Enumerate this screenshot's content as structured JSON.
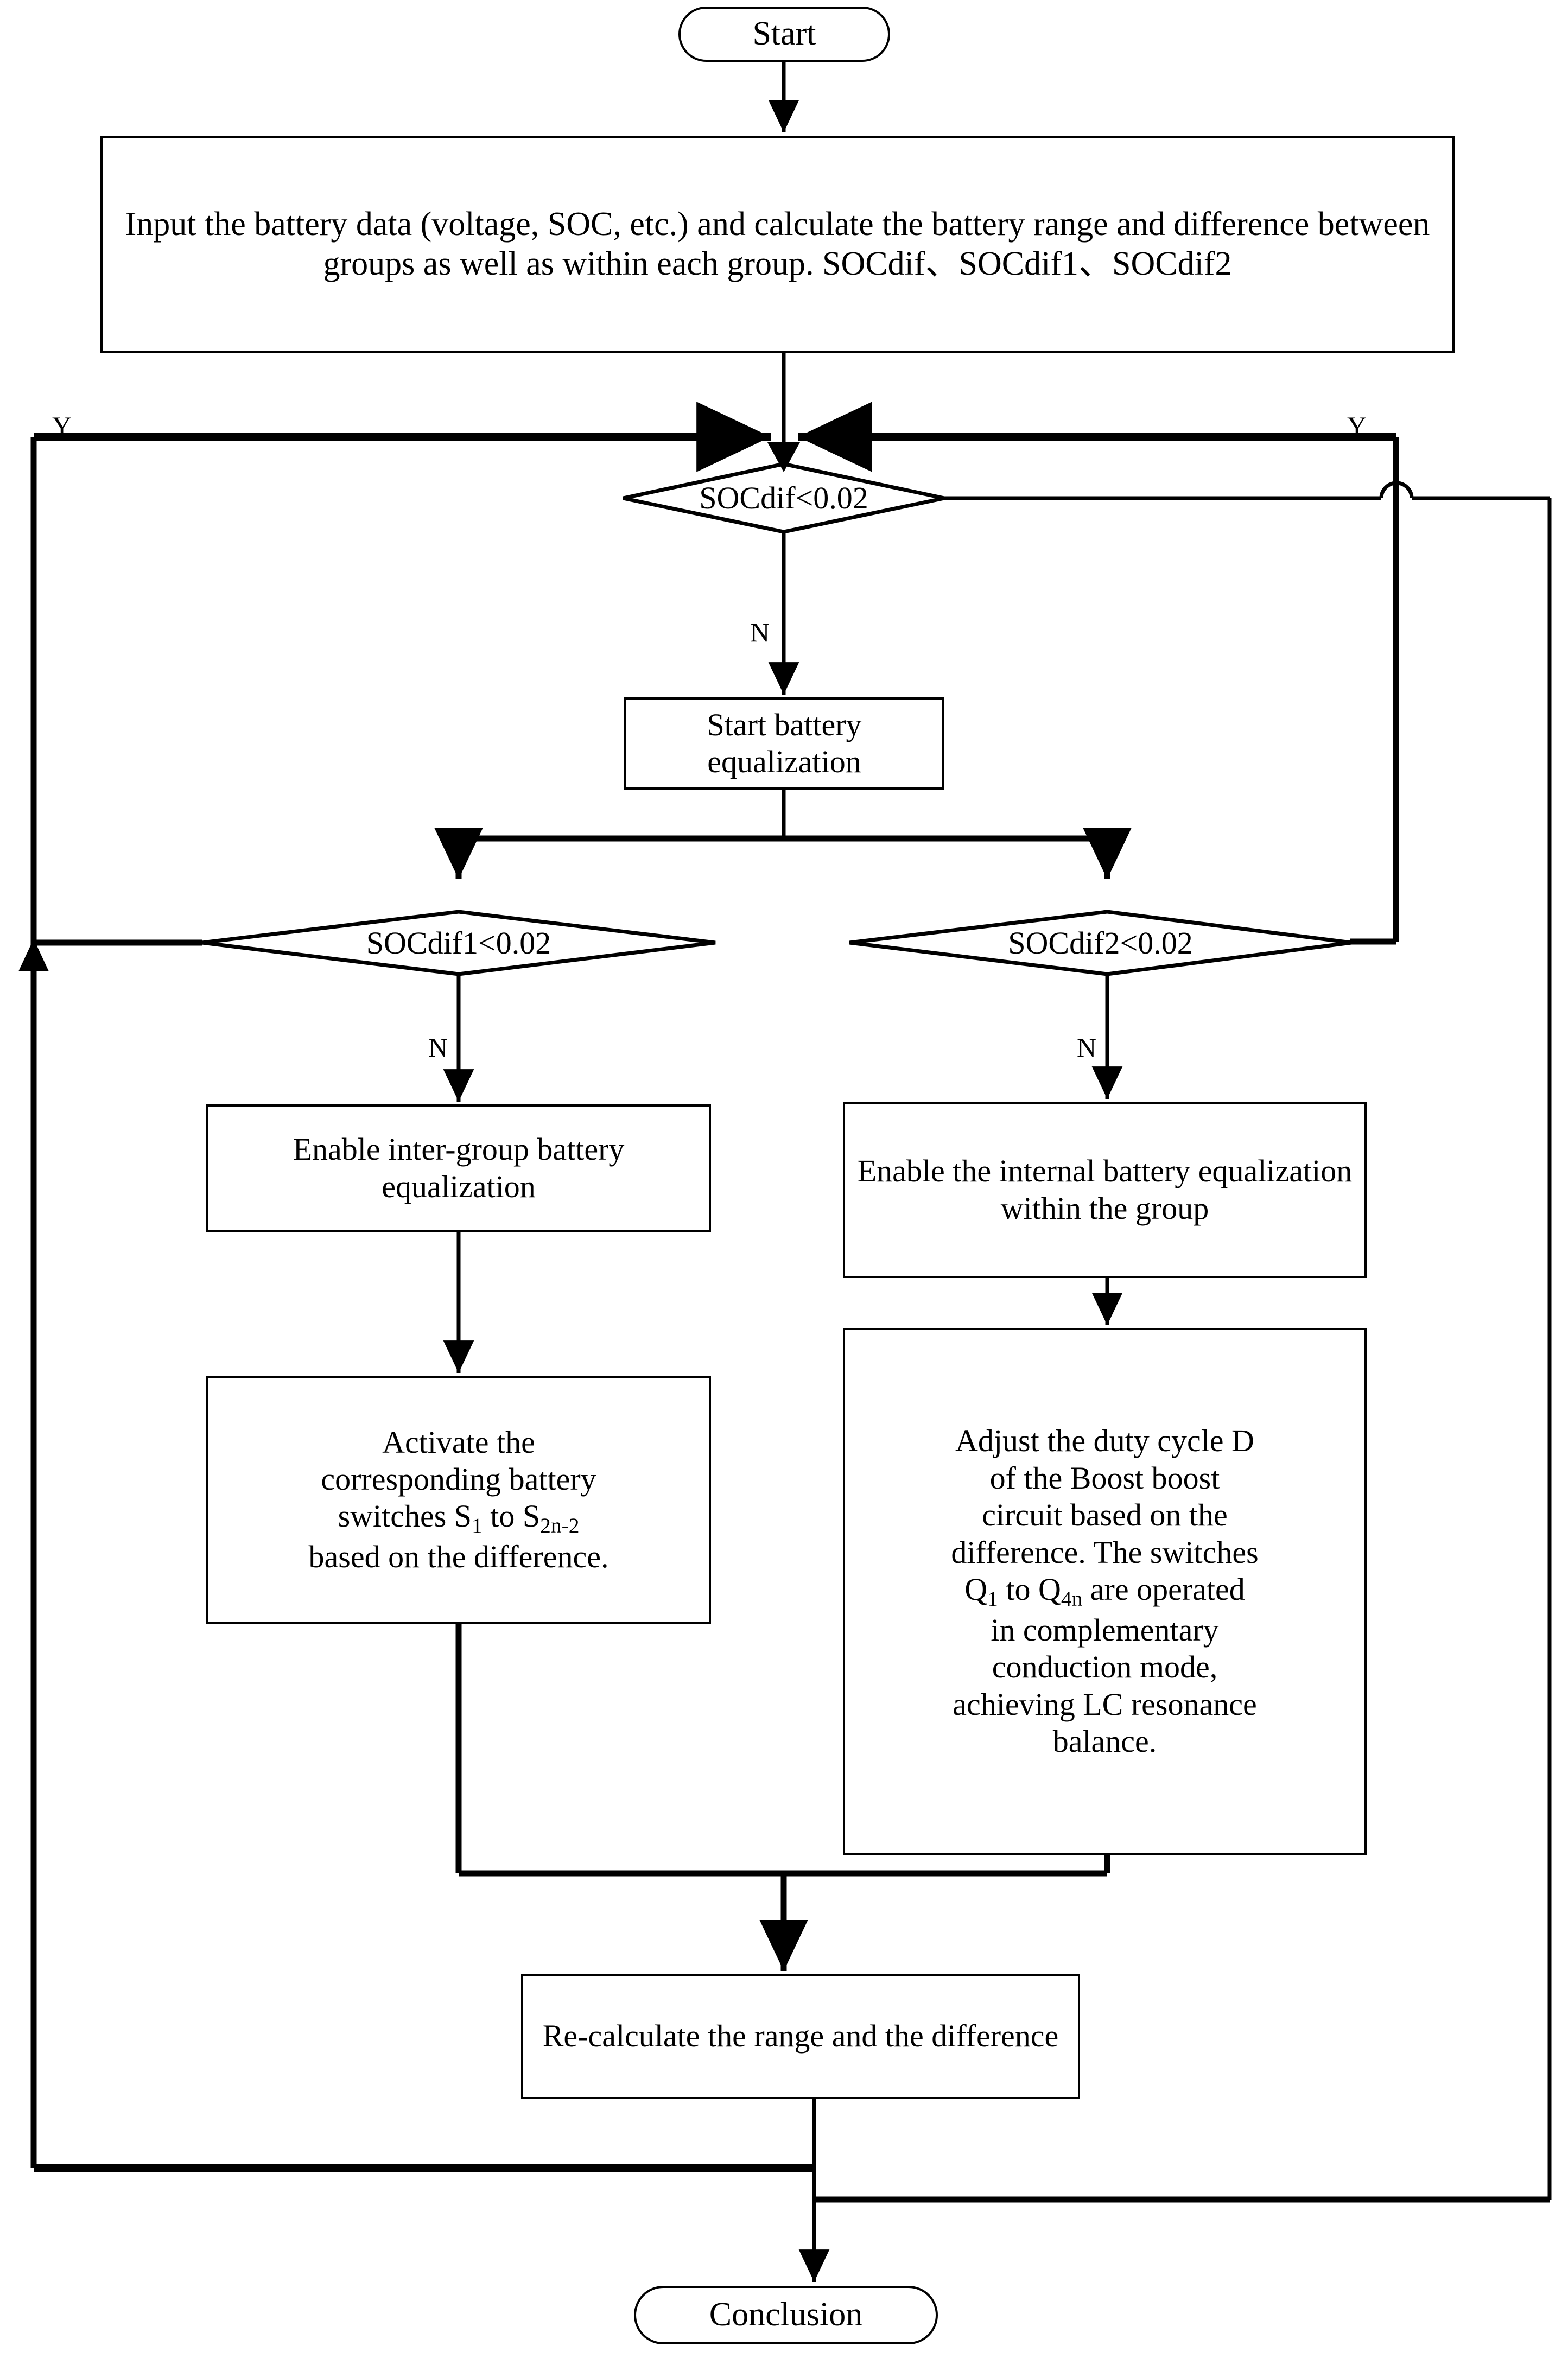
{
  "diagram": {
    "title": "Battery equalization control flowchart",
    "type": "flowchart",
    "stroke_color": "#000000",
    "fill_color": "#ffffff"
  },
  "nodes": {
    "start": {
      "label": "Start",
      "shape": "terminator"
    },
    "input": {
      "label": "Input the battery data (voltage, SOC, etc.) and calculate the battery range and difference between groups as well as within each group. SOCdif、SOCdif1、SOCdif2",
      "shape": "process"
    },
    "decision_socdif": {
      "label": "SOCdif<0.02",
      "shape": "decision"
    },
    "start_equalization": {
      "label": "Start battery equalization",
      "shape": "process"
    },
    "decision_socdif1": {
      "label": "SOCdif1<0.02",
      "shape": "decision"
    },
    "decision_socdif2": {
      "label": "SOCdif2<0.02",
      "shape": "decision"
    },
    "enable_inter_group": {
      "label": "Enable inter-group battery equalization",
      "shape": "process"
    },
    "enable_internal": {
      "label": "Enable the internal battery equalization within the group",
      "shape": "process"
    },
    "activate_switches": {
      "line1": "Activate the",
      "line2": "corresponding battery",
      "line3_pre": "switches S",
      "line3_sub1": "1",
      "line3_mid": " to S",
      "line3_sub2": "2n-2",
      "line4": "based on the difference.",
      "shape": "process"
    },
    "adjust_duty": {
      "line1": "Adjust the duty cycle D",
      "line2": "of the Boost boost",
      "line3": "circuit based on the",
      "line4": "difference. The switches",
      "line5_pre": "Q",
      "line5_sub1": "1",
      "line5_mid": " to Q",
      "line5_sub2": "4n",
      "line5_post": " are operated",
      "line6": "in complementary",
      "line7": "conduction mode,",
      "line8": "achieving LC resonance",
      "line9": "balance.",
      "shape": "process"
    },
    "recalculate": {
      "label": "Re-calculate the range and the difference",
      "shape": "process"
    },
    "conclusion": {
      "label": "Conclusion",
      "shape": "terminator"
    }
  },
  "edge_labels": {
    "yes_left": "Y",
    "yes_right": "Y",
    "no_socdif": "N",
    "no_socdif1": "N",
    "no_socdif2": "N"
  }
}
